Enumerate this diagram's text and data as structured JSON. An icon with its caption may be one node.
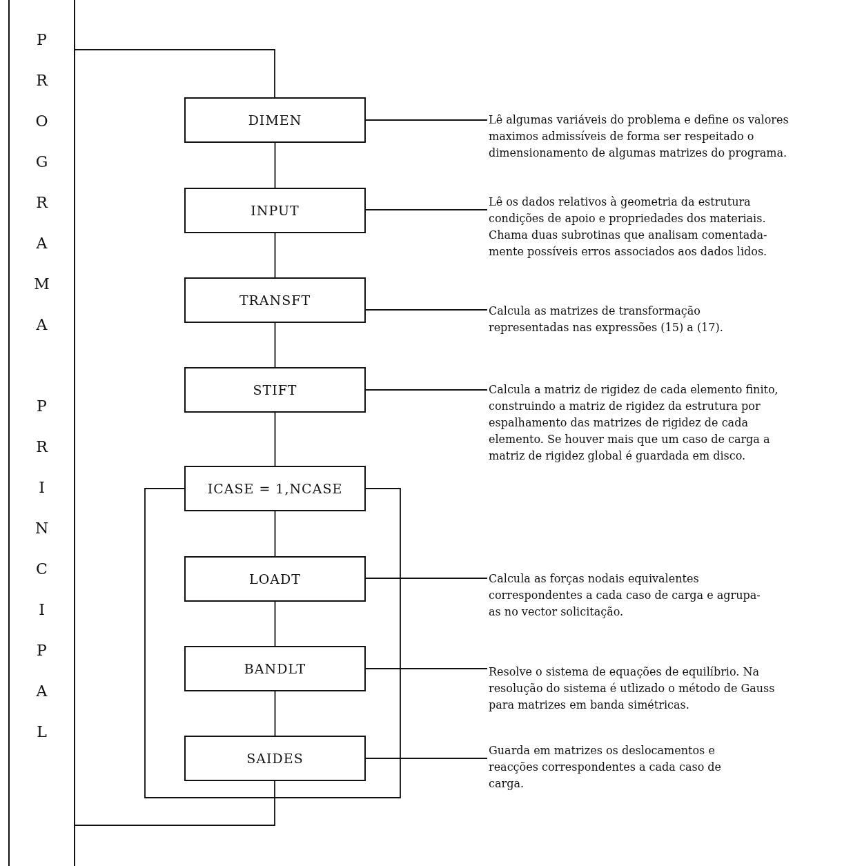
{
  "diagram": {
    "nodes": [
      {
        "text": [
          "PROGRAMA PRINCIPAL"
        ]
      },
      {
        "text": [
          "DIMEN"
        ]
      },
      {
        "text": [
          "Lê algumas variáveis do problema e define os valores maximos admissíveis de forma ser respeitado o dimensionamento de algumas matrizes do programa."
        ]
      },
      {
        "text": [
          "INPUT"
        ]
      },
      {
        "text": [
          "Lê os dados relativos à geometria da estrutura condições de apoio e propriedades dos materiais. Chama duas subrotinas que analisam comentada-mente possíveis erros associados aos dados lidos."
        ]
      },
      {
        "text": [
          "TRANSFT"
        ]
      },
      {
        "text": [
          "Calcula as matrizes de transformação representadas nas expressões (15) a (17)."
        ]
      },
      {
        "text": [
          "STIFT"
        ]
      },
      {
        "text": [
          "Calcula a matriz de rigidez de cada elemento finito, construindo a matriz de rigidez da estrutura por espalhamento das matrizes de rigidez de cada elemento. Se houver mais que um caso de carga a matriz de rigidez global é guardada em disco."
        ]
      },
      {
        "text": [
          "ICASE = 1,NCASE"
        ]
      },
      {
        "text": [
          "LOADT"
        ]
      },
      {
        "text": [
          "Calcula as forças nodais equivalentes correspondentes a cada caso de carga e agrupa-as no vector solicitação."
        ]
      },
      {
        "text": [
          "BANDLT"
        ]
      },
      {
        "text": [
          "Resolve o sistema de equações de equilíbrio. Na resolução do sistema é utlizado o método de Gauss para matrizes em banda simétricas."
        ]
      },
      {
        "text": [
          "SAIDES"
        ]
      },
      {
        "text": [
          "Guarda em matrizes os deslocamentos e reacções correspondentes a cada caso de carga."
        ]
      }
    ],
    "edges": [
      {
        "from": 0,
        "to": 1,
        "arrow": "none"
      },
      {
        "from": 1,
        "to": 3,
        "arrow": "none"
      },
      {
        "from": 3,
        "to": 5,
        "arrow": "none"
      },
      {
        "from": 5,
        "to": 7,
        "arrow": "none"
      },
      {
        "from": 7,
        "to": 9,
        "arrow": "none"
      },
      {
        "from": 9,
        "to": 10,
        "arrow": "none"
      },
      {
        "from": 10,
        "to": 12,
        "arrow": "none"
      },
      {
        "from": 12,
        "to": 14,
        "arrow": "none"
      },
      {
        "from": 14,
        "to": 0,
        "arrow": "none"
      },
      {
        "from": 9,
        "to": 9,
        "arrow": "none"
      },
      {
        "from": 1,
        "to": 2,
        "arrow": "none"
      },
      {
        "from": 3,
        "to": 4,
        "arrow": "none"
      },
      {
        "from": 5,
        "to": 6,
        "arrow": "none"
      },
      {
        "from": 7,
        "to": 8,
        "arrow": "none"
      },
      {
        "from": 10,
        "to": 11,
        "arrow": "none"
      },
      {
        "from": 12,
        "to": 13,
        "arrow": "none"
      },
      {
        "from": 14,
        "to": 15,
        "arrow": "none"
      }
    ]
  }
}
